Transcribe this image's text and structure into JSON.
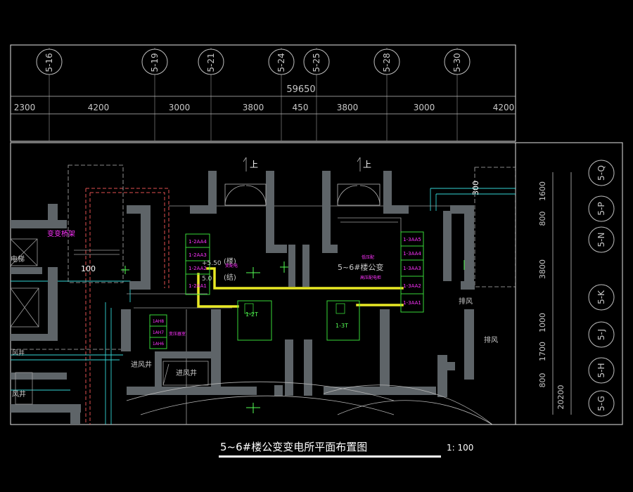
{
  "colors": {
    "background": "#000000",
    "frame": "#e6e6e6",
    "wall": "#5e6468",
    "equipment": "#39d839",
    "cable": "#e8e824",
    "annotation": "#ff33ff",
    "hidden": "#e05050",
    "water": "#33d6d6"
  },
  "axes_top": [
    "5-16",
    "5-19",
    "5-21",
    "5-24",
    "5-25",
    "5-28",
    "5-30"
  ],
  "axes_right": [
    "5-Q",
    "5-P",
    "5-N",
    "5-K",
    "5-J",
    "5-H",
    "5-G"
  ],
  "total_dimension": "59650",
  "dims_top": [
    "2300",
    "4200",
    "3000",
    "3800",
    "450",
    "3800",
    "3000",
    "4200"
  ],
  "dims_right": [
    "1600",
    "800",
    "3800",
    "1000",
    "1700",
    "800"
  ],
  "right_total": "20200",
  "plan": {
    "stairs_up_1": "上",
    "stairs_up_2": "上",
    "dim_300": "300",
    "dim_100": "100",
    "room_substation": "5~6#楼公变",
    "level_note": "+5.50",
    "level_note2": "5.0",
    "bracket_top": "(楼)",
    "bracket_bottom": "(结)",
    "bridge_label": "变变桥架",
    "elevator": "电梯",
    "vent_shaft": "进风井",
    "vent_in": "进风井",
    "exhaust_1": "排风",
    "exhaust_2": "排风",
    "wind_shaft": "风井",
    "label_fan": "风井",
    "mag_note_1": "低压配",
    "mag_note_2": "变配电",
    "mag_note_3": "高压配电柜",
    "mag_note_4": "变压器室"
  },
  "panels_left": [
    "1-2AA4",
    "1-2AA3",
    "1-2AA2",
    "1-2AA1"
  ],
  "panels_right": [
    "1-3AA5",
    "1-3AA4",
    "1-3AA3",
    "1-3AA2",
    "1-3AA1"
  ],
  "panels_small": [
    "1AH8",
    "1AH7",
    "1AH6"
  ],
  "transformer_1": "1-2T",
  "transformer_2": "1-3T",
  "drawing_title": "5~6#楼公变变电所平面布置图",
  "scale": "1: 100"
}
